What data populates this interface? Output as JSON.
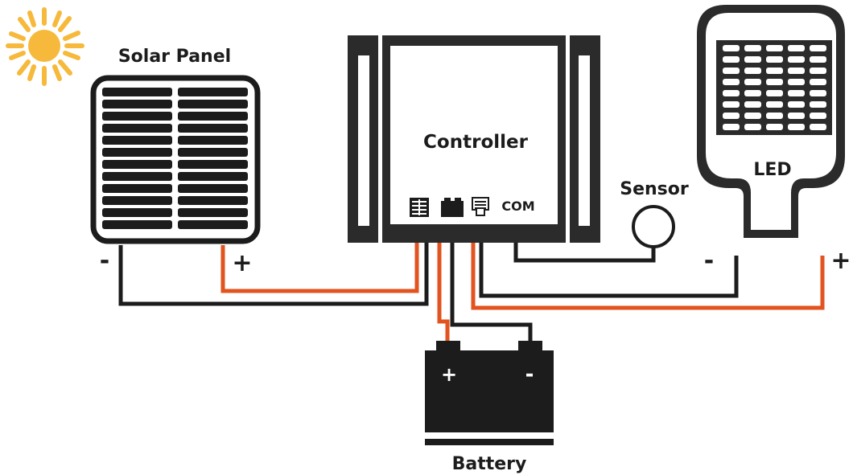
{
  "labels": {
    "solar_panel": "Solar Panel",
    "controller": "Controller",
    "com": "COM",
    "sensor": "Sensor",
    "led": "LED",
    "battery": "Battery"
  },
  "polarity": {
    "plus": "+",
    "minus": "-"
  },
  "colors": {
    "wire_black": "#1c1c1c",
    "wire_orange": "#e2531f",
    "sun": "#f6b93b"
  },
  "icons": [
    "sun-icon",
    "solar-panel-icon",
    "battery-icon",
    "lamp-icon"
  ]
}
